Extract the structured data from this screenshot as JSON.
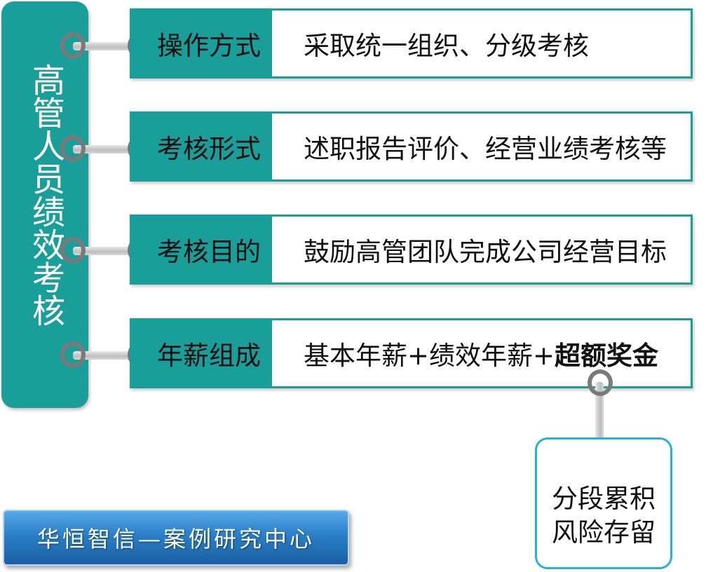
{
  "title_panel": {
    "text": "高管人员绩效考核",
    "color": "#1a9e9a"
  },
  "rows": [
    {
      "label": "操作方式",
      "content": "采取统一组织、分级考核"
    },
    {
      "label": "考核形式",
      "content": "述职报告评价、经营业绩考核等"
    },
    {
      "label": "考核目的",
      "content": "鼓励高管团队完成公司经营目标"
    },
    {
      "label": "年薪组成",
      "content_plain": "基本年薪+绩效年薪+",
      "content_bold": "超额奖金"
    }
  ],
  "side_box": {
    "line1": "分段累积",
    "line2": "风险存留",
    "border_color": "#29aee0"
  },
  "footer": {
    "text": "华恒智信—案例研究中心"
  },
  "connector_icon": "chain-link-icon"
}
